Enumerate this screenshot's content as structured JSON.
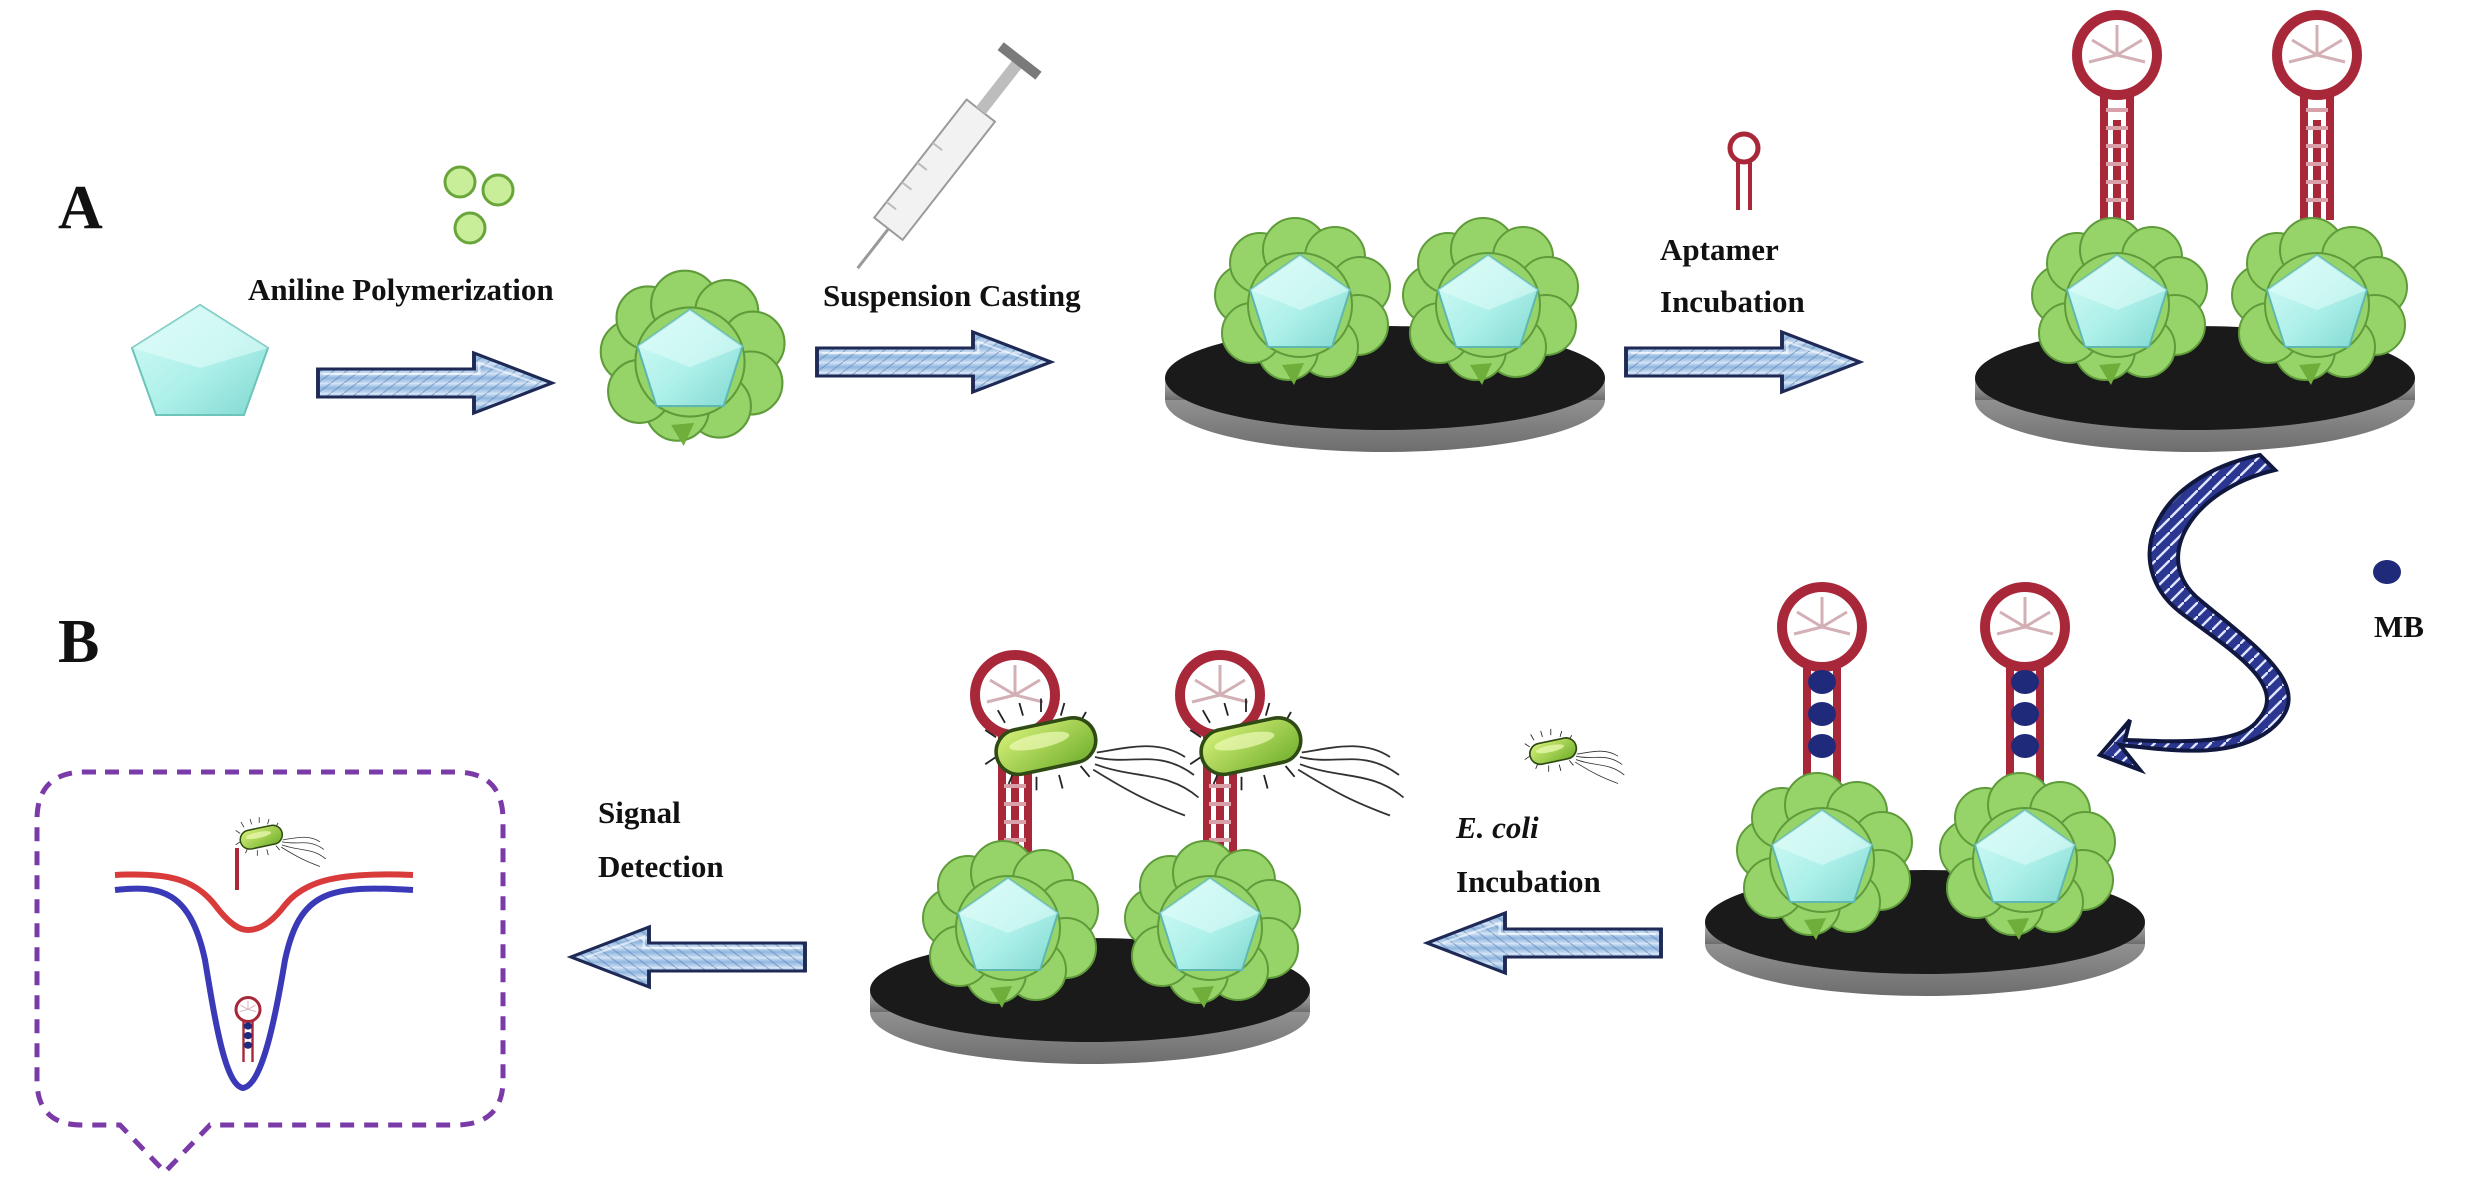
{
  "panels": {
    "a": {
      "letter": "A"
    },
    "b": {
      "letter": "B"
    }
  },
  "steps": {
    "aniline": {
      "label": "Aniline Polymerization"
    },
    "suspension": {
      "label": "Suspension Casting"
    },
    "aptamer": {
      "line1": "Aptamer",
      "line2": "Incubation"
    },
    "ecoli": {
      "line1": "E. coli",
      "line2": "Incubation"
    },
    "signal": {
      "line1": "Signal",
      "line2": "Detection"
    }
  },
  "legend": {
    "mb_label": "MB"
  },
  "colors": {
    "pentagon": "#aef0ea",
    "pani_green": "#96d46a",
    "aptamer_red": "#a8283a",
    "mb_blue": "#1f2a7a",
    "arrow_fill": "#9ec2e6",
    "electrode": "#1a1a1a",
    "curve_red": "#d93a3a",
    "curve_blue": "#3a3ab8",
    "frame_purple": "#7a3aa8"
  }
}
